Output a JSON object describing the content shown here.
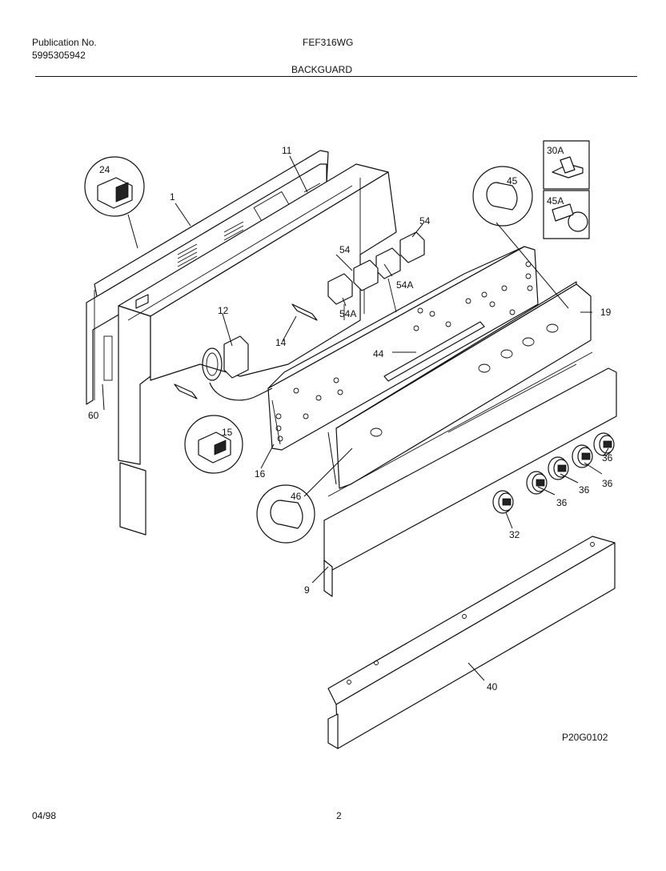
{
  "header": {
    "publication_label": "Publication No.",
    "publication_number": "5995305942",
    "model": "FEF316WG",
    "section_title": "BACKGUARD"
  },
  "callouts": {
    "c1": "1",
    "c9": "9",
    "c11": "11",
    "c12": "12",
    "c14": "14",
    "c15": "15",
    "c16": "16",
    "c19": "19",
    "c24": "24",
    "c30A": "30A",
    "c32": "32",
    "c36a": "36",
    "c36b": "36",
    "c36c": "36",
    "c36d": "36",
    "c40": "40",
    "c44": "44",
    "c45": "45",
    "c45A": "45A",
    "c46": "46",
    "c54a": "54",
    "c54b": "54",
    "c54Aa": "54A",
    "c54Ab": "54A",
    "c60": "60"
  },
  "figure_code": "P20G0102",
  "footer": {
    "date": "04/98",
    "page": "2"
  }
}
